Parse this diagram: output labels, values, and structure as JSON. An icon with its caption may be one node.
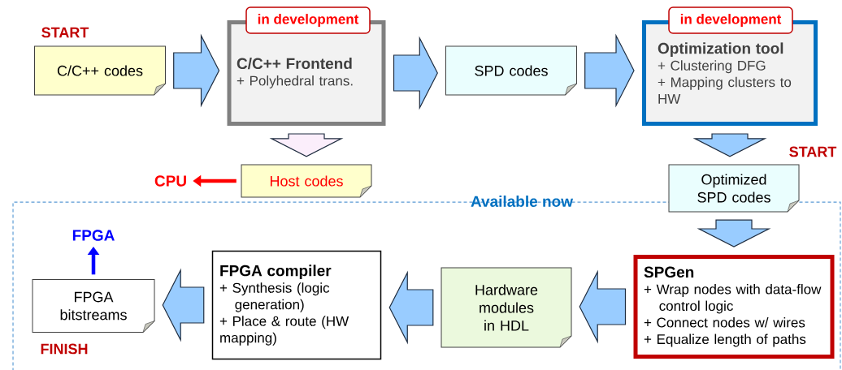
{
  "diagram": {
    "nodes": [
      {
        "text": [
          "C/C++ codes"
        ],
        "beside": [
          "START"
        ]
      },
      {
        "text": [
          "in development"
        ]
      },
      {
        "text": [
          "C/C++ Frontend",
          "+ Polyhedral  trans."
        ]
      },
      {
        "text": [
          "SPD codes"
        ]
      },
      {
        "text": [
          "in development"
        ]
      },
      {
        "text": [
          "Optimization tool",
          "+ Clustering DFG",
          "+ Mapping clusters to HW"
        ]
      },
      {
        "text": [
          "Host codes"
        ]
      },
      {
        "text": [
          "CPU"
        ]
      },
      {
        "text": [
          "Optimized SPD codes"
        ],
        "beside": [
          "START"
        ]
      },
      {
        "text": [
          "Available now"
        ]
      },
      {
        "text": [
          "SPGen",
          "+ Wrap nodes with data-flow control logic",
          "+ Connect nodes w/ wires",
          "+ Equalize length of paths"
        ],
        "in": 9
      },
      {
        "text": [
          "Hardware modules in HDL"
        ],
        "in": 9
      },
      {
        "text": [
          "FPGA compiler",
          "+ Synthesis (logic generation)",
          "+ Place & route (HW mapping)"
        ],
        "in": 9
      },
      {
        "text": [
          "FPGA bitstreams"
        ],
        "beside": [
          "FINISH"
        ],
        "in": 9
      },
      {
        "text": [
          "FPGA"
        ],
        "in": 9
      }
    ],
    "edges": [
      {
        "from": 0,
        "to": 2,
        "arrow": "to"
      },
      {
        "from": 2,
        "to": 3,
        "arrow": "to"
      },
      {
        "from": 3,
        "to": 5,
        "arrow": "to"
      },
      {
        "from": 2,
        "to": 6,
        "arrow": "to",
        "color": "#fbeefb"
      },
      {
        "from": 6,
        "to": 7,
        "arrow": "to",
        "color": "#ff0000"
      },
      {
        "from": 5,
        "to": 8,
        "arrow": "to"
      },
      {
        "from": 8,
        "to": 10,
        "arrow": "to"
      },
      {
        "from": 10,
        "to": 11,
        "arrow": "to"
      },
      {
        "from": 11,
        "to": 12,
        "arrow": "to"
      },
      {
        "from": 12,
        "to": 13,
        "arrow": "to"
      },
      {
        "from": 13,
        "to": 14,
        "arrow": "to",
        "color": "#0000ff"
      }
    ]
  }
}
